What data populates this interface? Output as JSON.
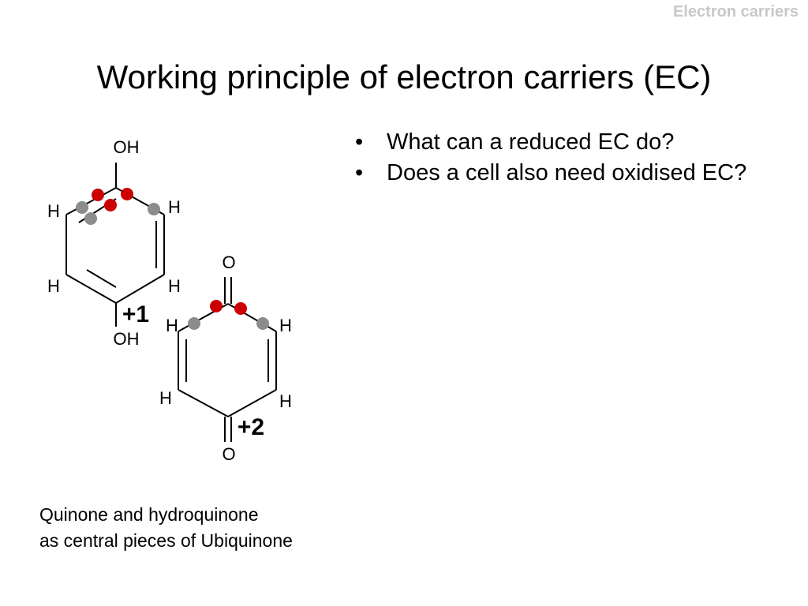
{
  "header": {
    "section_label": "Electron carriers"
  },
  "slide": {
    "title": "Working principle of electron carriers (EC)"
  },
  "bullets": [
    {
      "text": "What can a reduced EC do?"
    },
    {
      "text": "Does a cell also need oxidised EC?"
    }
  ],
  "diagram": {
    "hydroquinone": {
      "top_group": "OH",
      "bottom_group": "OH",
      "h_top_left": "H",
      "h_top_right": "H",
      "h_bottom_left": "H",
      "h_bottom_right": "H",
      "charge": "+1"
    },
    "quinone": {
      "top_group": "O",
      "bottom_group": "O",
      "h_top_left": "H",
      "h_top_right": "H",
      "h_bottom_left": "H",
      "h_bottom_right": "H",
      "charge": "+2"
    },
    "colors": {
      "bond": "#000000",
      "electron_red": "#cc0000",
      "electron_gray": "#8c8c8c",
      "header_text": "#c8c8c8"
    }
  },
  "caption": {
    "line1": "Quinone and hydroquinone",
    "line2": "as central pieces of Ubiquinone"
  }
}
